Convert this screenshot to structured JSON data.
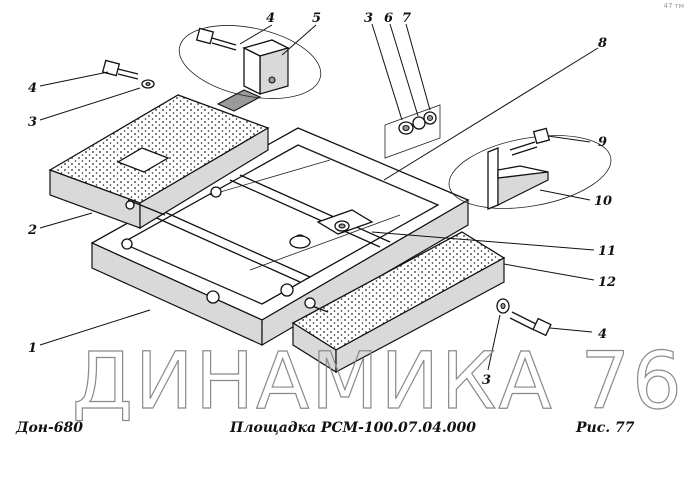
{
  "callouts": {
    "n1": "1",
    "n2": "2",
    "n3a": "3",
    "n3b": "3",
    "n3c": "3",
    "n4a": "4",
    "n4b": "4",
    "n4c": "4",
    "n5": "5",
    "n6": "6",
    "n7": "7",
    "n8": "8",
    "n9": "9",
    "n10": "10",
    "n11": "11",
    "n12": "12"
  },
  "watermark": "ДИНАМИКА 76",
  "footer": {
    "model": "Дон-680",
    "assembly": "Площадка РСМ-100.07.04.000",
    "figure": "Рис.  77"
  },
  "corner_mark": "47 тм",
  "colors": {
    "ink": "#111111",
    "watermark": "#8a8a8a",
    "background": "#ffffff"
  }
}
